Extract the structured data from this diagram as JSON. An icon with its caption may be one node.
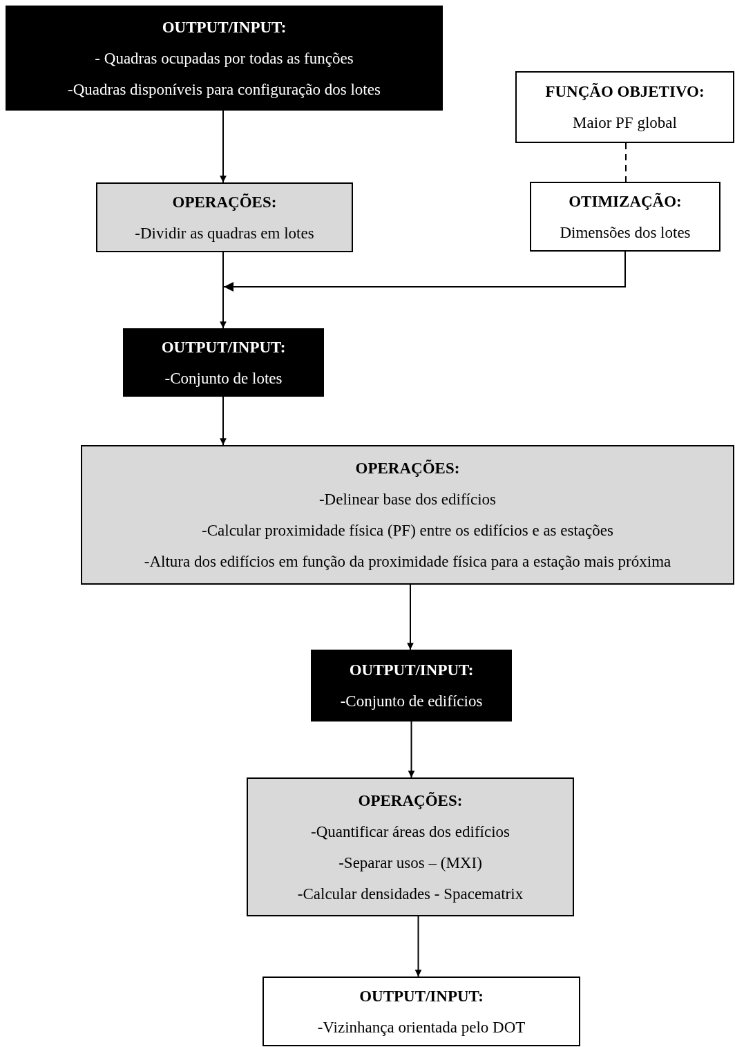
{
  "diagram": {
    "nodes": [
      {
        "text": [
          "OUTPUT/INPUT:",
          "- Quadras ocupadas por todas as funções",
          "-Quadras disponíveis para configuração dos lotes"
        ]
      },
      {
        "text": [
          "FUNÇÃO OBJETIVO:",
          "Maior PF global"
        ]
      },
      {
        "text": [
          "OPERAÇÕES:",
          "-Dividir as quadras em lotes"
        ]
      },
      {
        "text": [
          "OTIMIZAÇÃO:",
          "Dimensões dos lotes"
        ]
      },
      {
        "text": [
          "OUTPUT/INPUT:",
          "-Conjunto de lotes"
        ]
      },
      {
        "text": [
          "OPERAÇÕES:",
          "-Delinear base dos edifícios",
          "-Calcular proximidade física (PF) entre os edifícios e as estações",
          "-Altura dos edifícios em função da proximidade física para a estação mais próxima"
        ]
      },
      {
        "text": [
          "OUTPUT/INPUT:",
          "-Conjunto de edifícios"
        ]
      },
      {
        "text": [
          "OPERAÇÕES:",
          "-Quantificar áreas dos edifícios",
          "-Separar usos – (MXI)",
          "-Calcular densidades - Spacematrix"
        ]
      },
      {
        "text": [
          "OUTPUT/INPUT:",
          "-Vizinhança orientada pelo DOT"
        ]
      }
    ],
    "edges": [
      {
        "from": 0,
        "to": 2,
        "arrow": "to"
      },
      {
        "from": 1,
        "to": 3,
        "arrow": "none",
        "style": "dashed"
      },
      {
        "from": 2,
        "to": 4,
        "arrow": "to"
      },
      {
        "from": 3,
        "to": 4,
        "arrow": "to"
      },
      {
        "from": 4,
        "to": 5,
        "arrow": "to"
      },
      {
        "from": 5,
        "to": 6,
        "arrow": "to"
      },
      {
        "from": 6,
        "to": 7,
        "arrow": "to"
      },
      {
        "from": 7,
        "to": 8,
        "arrow": "to"
      }
    ]
  }
}
